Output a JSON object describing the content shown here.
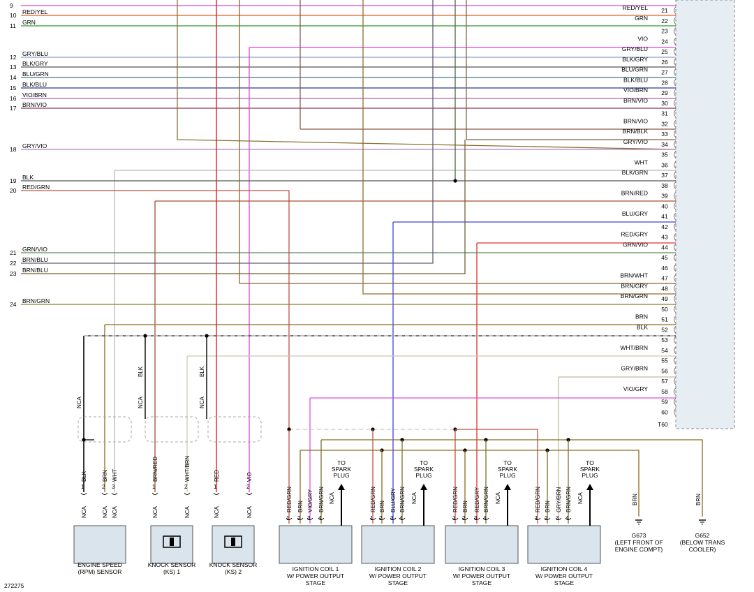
{
  "figure_id": "272275",
  "ecm_pin_last": "T60",
  "left_pins": [
    {
      "num": "9",
      "color": "",
      "wire": "#e040e0"
    },
    {
      "num": "10",
      "color": "RED/YEL",
      "wire": "#d86030"
    },
    {
      "num": "11",
      "color": "GRN",
      "wire": "#2a9a2a"
    },
    {
      "num": "12",
      "color": "GRY/BLU",
      "wire": "#8fa0d0"
    },
    {
      "num": "13",
      "color": "BLK/GRY",
      "wire": "#555555"
    },
    {
      "num": "14",
      "color": "BLU/GRN",
      "wire": "#3a7a8a"
    },
    {
      "num": "15",
      "color": "BLK/BLU",
      "wire": "#2a3a9a"
    },
    {
      "num": "16",
      "color": "VIO/BRN",
      "wire": "#8a4a8a"
    },
    {
      "num": "17",
      "color": "BRN/VIO",
      "wire": "#8a3a5a"
    },
    {
      "num": "18",
      "color": "GRY/VIO",
      "wire": "#b080c0"
    },
    {
      "num": "19",
      "color": "BLK",
      "wire": "#333333"
    },
    {
      "num": "20",
      "color": "RED/GRN",
      "wire": "#c05040"
    },
    {
      "num": "21",
      "color": "GRN/VIO",
      "wire": "#5a8a5a"
    },
    {
      "num": "22",
      "color": "BRN/BLU",
      "wire": "#5a4a6a"
    },
    {
      "num": "23",
      "color": "BRN/BLU",
      "wire": "#6a5a3a"
    },
    {
      "num": "24",
      "color": "BRN/GRN",
      "wire": "#7a6a2a"
    }
  ],
  "right_pins": [
    {
      "num": "21",
      "color": "RED/YEL"
    },
    {
      "num": "22",
      "color": "GRN"
    },
    {
      "num": "23",
      "color": ""
    },
    {
      "num": "24",
      "color": "VIO"
    },
    {
      "num": "25",
      "color": "GRY/BLU"
    },
    {
      "num": "26",
      "color": "BLK/GRY"
    },
    {
      "num": "27",
      "color": "BLU/GRN"
    },
    {
      "num": "28",
      "color": "BLK/BLU"
    },
    {
      "num": "29",
      "color": "VIO/BRN"
    },
    {
      "num": "30",
      "color": "BRN/VIO"
    },
    {
      "num": "31",
      "color": ""
    },
    {
      "num": "32",
      "color": "BRN/VIO"
    },
    {
      "num": "33",
      "color": "BRN/BLK"
    },
    {
      "num": "34",
      "color": "GRY/VIO"
    },
    {
      "num": "35",
      "color": ""
    },
    {
      "num": "36",
      "color": "WHT"
    },
    {
      "num": "37",
      "color": "BLK/GRN"
    },
    {
      "num": "38",
      "color": ""
    },
    {
      "num": "39",
      "color": "BRN/RED"
    },
    {
      "num": "40",
      "color": ""
    },
    {
      "num": "41",
      "color": "BLU/GRY"
    },
    {
      "num": "42",
      "color": ""
    },
    {
      "num": "43",
      "color": "RED/GRY"
    },
    {
      "num": "44",
      "color": "GRN/VIO"
    },
    {
      "num": "45",
      "color": ""
    },
    {
      "num": "46",
      "color": ""
    },
    {
      "num": "47",
      "color": "BRN/WHT"
    },
    {
      "num": "48",
      "color": "BRN/GRY"
    },
    {
      "num": "49",
      "color": "BRN/GRN"
    },
    {
      "num": "50",
      "color": ""
    },
    {
      "num": "51",
      "color": "BRN"
    },
    {
      "num": "52",
      "color": "BLK"
    },
    {
      "num": "53",
      "color": ""
    },
    {
      "num": "54",
      "color": "WHT/BRN"
    },
    {
      "num": "55",
      "color": ""
    },
    {
      "num": "56",
      "color": "GRY/BRN"
    },
    {
      "num": "57",
      "color": ""
    },
    {
      "num": "58",
      "color": "VIO/GRY"
    },
    {
      "num": "59",
      "color": ""
    },
    {
      "num": "60",
      "color": ""
    }
  ],
  "components": [
    {
      "name": "ENGINE SPEED\n(RPM) SENSOR",
      "pins": [
        {
          "n": "1",
          "c": "BLK"
        },
        {
          "n": "2",
          "c": "BRN"
        },
        {
          "n": "3",
          "c": "WHT"
        }
      ]
    },
    {
      "name": "KNOCK SENSOR\n(KS) 1",
      "pins": [
        {
          "n": "1",
          "c": "BRN/RED"
        },
        {
          "n": "2",
          "c": "WHT/BRN"
        }
      ]
    },
    {
      "name": "KNOCK SENSOR\n(KS) 2",
      "pins": [
        {
          "n": "1",
          "c": "RED"
        },
        {
          "n": "2",
          "c": "VIO"
        }
      ]
    },
    {
      "name": "IGNITION COIL 1\nW/ POWER OUTPUT\nSTAGE",
      "pins": [
        {
          "n": "1",
          "c": "RED/GRN"
        },
        {
          "n": "2",
          "c": "BRN"
        },
        {
          "n": "3",
          "c": "VIO/GRY"
        },
        {
          "n": "4",
          "c": "BRN/GRN"
        }
      ]
    },
    {
      "name": "IGNITION COIL 2\nW/ POWER OUTPUT\nSTAGE",
      "pins": [
        {
          "n": "1",
          "c": "RED/GRN"
        },
        {
          "n": "2",
          "c": "BRN"
        },
        {
          "n": "3",
          "c": "BLU/GRY"
        },
        {
          "n": "4",
          "c": "BRN/GRN"
        }
      ]
    },
    {
      "name": "IGNITION COIL 3\nW/ POWER OUTPUT\nSTAGE",
      "pins": [
        {
          "n": "1",
          "c": "RED/GRN"
        },
        {
          "n": "2",
          "c": "BRN"
        },
        {
          "n": "3",
          "c": "RED/GRY"
        },
        {
          "n": "4",
          "c": "BRN/GRN"
        }
      ]
    },
    {
      "name": "IGNITION COIL 4\nW/ POWER OUTPUT\nSTAGE",
      "pins": [
        {
          "n": "1",
          "c": "RED/GRN"
        },
        {
          "n": "2",
          "c": "BRN"
        },
        {
          "n": "3",
          "c": "GRY/BRN"
        },
        {
          "n": "4",
          "c": "BRN/GRN"
        }
      ]
    }
  ],
  "labels": {
    "nca": "NCA",
    "blk": "BLK",
    "to_spark_plug": "TO\nSPARK\nPLUG",
    "brn": "BRN"
  },
  "grounds": [
    {
      "id": "G673",
      "desc": "(LEFT FRONT OF\nENGINE COMPT)",
      "wire": "BRN"
    },
    {
      "id": "G652",
      "desc": "(BELOW TRANS\nCOOLER)",
      "wire": "BRN"
    }
  ],
  "colors": {
    "red": "#e02020",
    "magenta": "#e040e0",
    "green": "#2a9a2a",
    "brown": "#8a6a20",
    "olive": "#7a7030",
    "blue": "#3a3ae0",
    "gray": "#a0a0a0",
    "black": "#000000"
  }
}
